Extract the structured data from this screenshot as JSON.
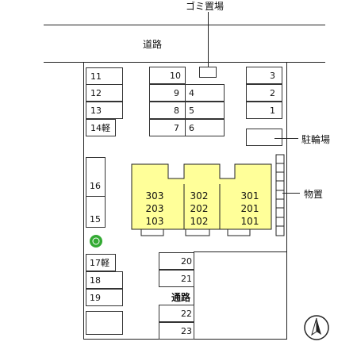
{
  "labels": {
    "garbage": "ゴミ置場",
    "road": "道路",
    "bike_parking": "駐輪場",
    "storage": "物置",
    "passage": "通路"
  },
  "parking": {
    "p1": "1",
    "p2": "2",
    "p3": "3",
    "p4": "4",
    "p5": "5",
    "p6": "6",
    "p7": "7",
    "p8": "8",
    "p9": "9",
    "p10": "10",
    "p11": "11",
    "p12": "12",
    "p13": "13",
    "p14": "14軽",
    "p15": "15",
    "p16": "16",
    "p17": "17軽",
    "p18": "18",
    "p19": "19",
    "p20": "20",
    "p21": "21",
    "p22": "22",
    "p23": "23"
  },
  "building": {
    "units_left": [
      "303",
      "203",
      "103"
    ],
    "units_middle": [
      "302",
      "202",
      "102"
    ],
    "units_right": [
      "301",
      "201",
      "101"
    ],
    "fill_color": "#ffff99"
  },
  "colors": {
    "tree": "#33aa33"
  },
  "icons": {
    "compass": "north-arrow-icon",
    "tree": "tree-icon"
  }
}
